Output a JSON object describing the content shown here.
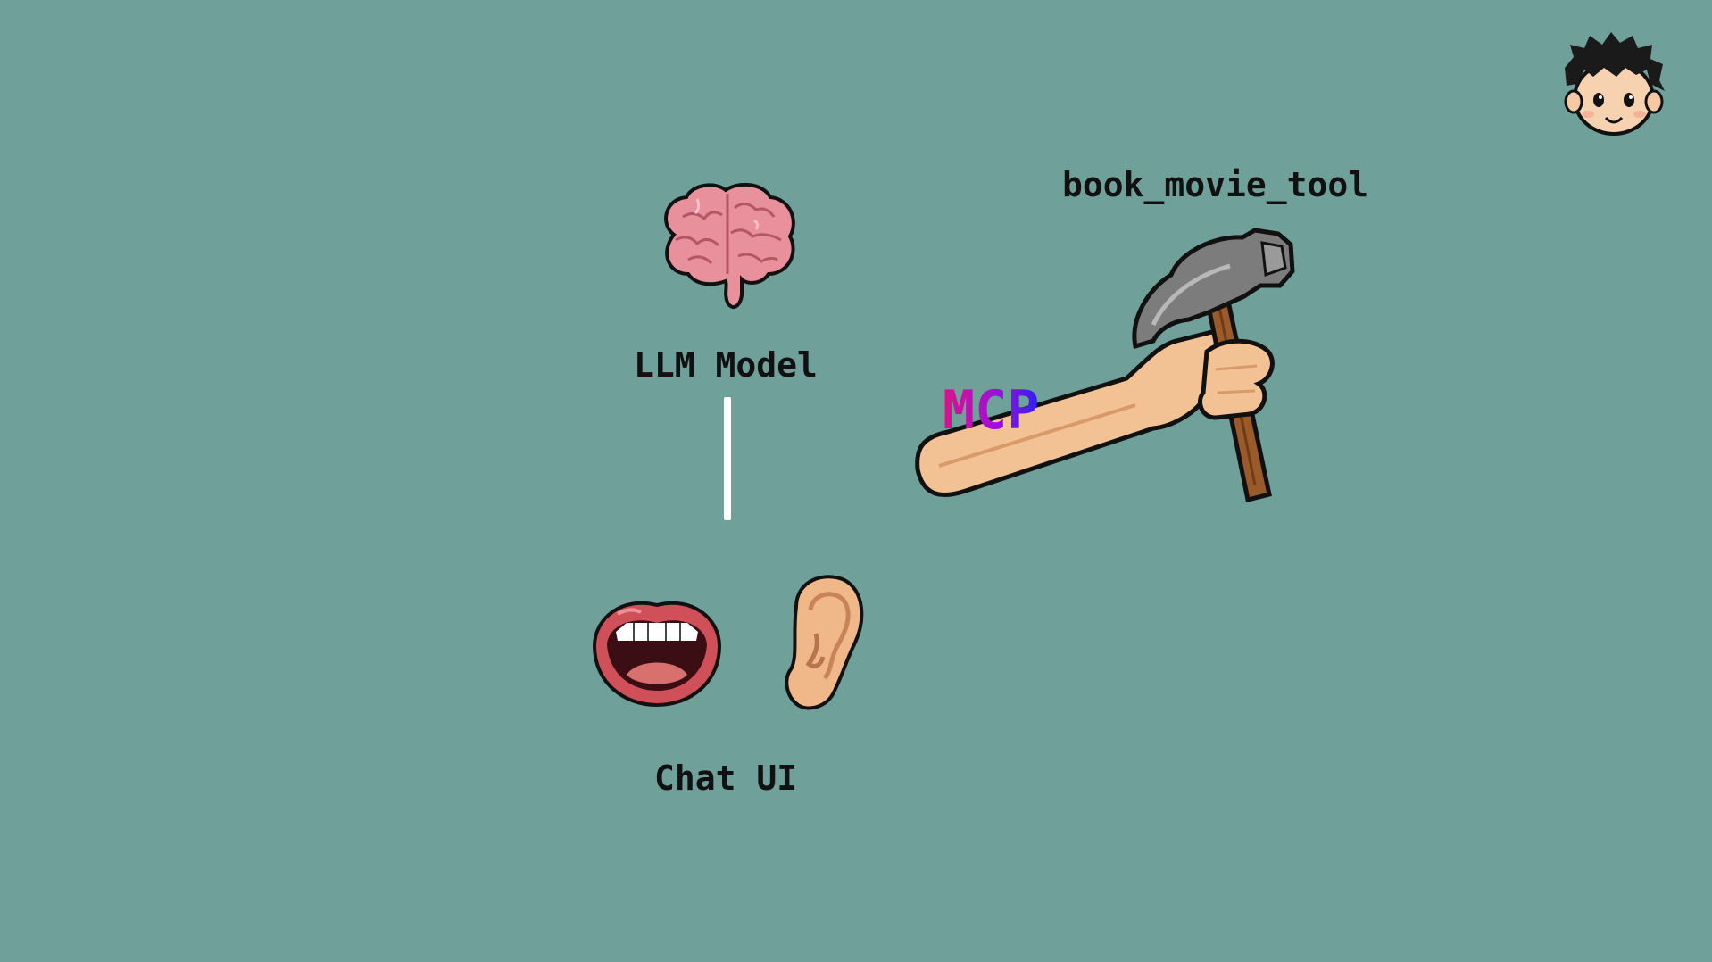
{
  "nodes": {
    "llm_label": "LLM Model",
    "chat_label": "Chat UI",
    "tool_label": "book_movie_tool",
    "mcp_label": "MCP"
  },
  "icons": {
    "brain": "brain-icon",
    "mouth": "mouth-icon",
    "ear": "ear-icon",
    "arm_hammer": "arm-holding-hammer-icon",
    "avatar": "boy-avatar-icon"
  },
  "colors": {
    "background": "#70a09a",
    "text": "#111111",
    "connector": "#ffffff"
  }
}
